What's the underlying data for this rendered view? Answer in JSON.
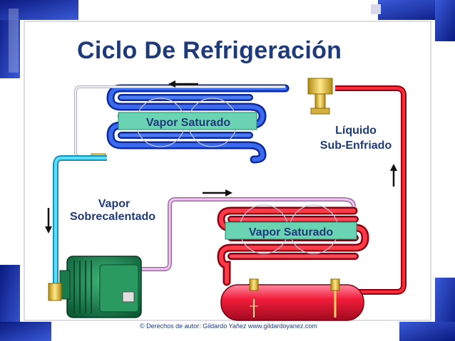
{
  "title": "Ciclo De Refrigeración",
  "labels": {
    "liquid_line1": "Líquido",
    "liquid_line2": "Sub-Enfriado",
    "vapor_line1": "Vapor",
    "vapor_line2": "Sobrecalentado"
  },
  "banners": {
    "evaporator": "Vapor Saturado",
    "condenser": "Vapor Saturado"
  },
  "copyright": "© Derechos de autor: Gildardo Yañez  www.gildardoyanez.com",
  "colors": {
    "title": "#1f3a7a",
    "frame_corner": "#1e2fa8",
    "blue_tube": "#1b3fc8",
    "red_tube": "#e0101a",
    "cyan_tube": "#3fd0f0",
    "pink_tube": "#d8a0d8",
    "banner_fill": "#66d0b0",
    "compressor": "#1f8a5a",
    "receiver": "#f21d3a"
  }
}
